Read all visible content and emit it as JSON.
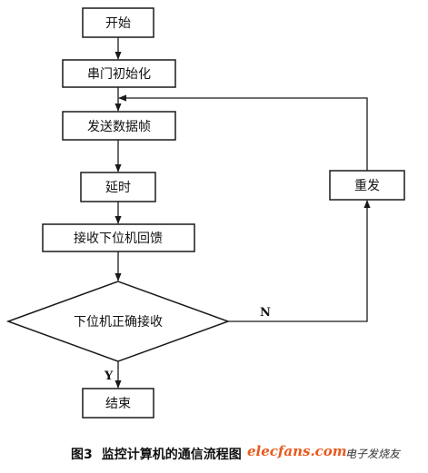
{
  "nodes": {
    "start": "开始",
    "init": "串门初始化",
    "send": "发送数据帧",
    "delay": "延时",
    "receive": "接收下位机回馈",
    "decision": "下位机正确接收",
    "resend": "重发",
    "end": "结束"
  },
  "edges": {
    "no_label": "N",
    "yes_label": "Y"
  },
  "caption": {
    "figure_number": "图3",
    "title": "监控计算机的通信流程图"
  },
  "watermark": {
    "brand": "elecfans.com",
    "brand_cn": "电子发烧友"
  },
  "colors": {
    "line": "#1a1a1a",
    "watermark": "#e85a1e"
  }
}
